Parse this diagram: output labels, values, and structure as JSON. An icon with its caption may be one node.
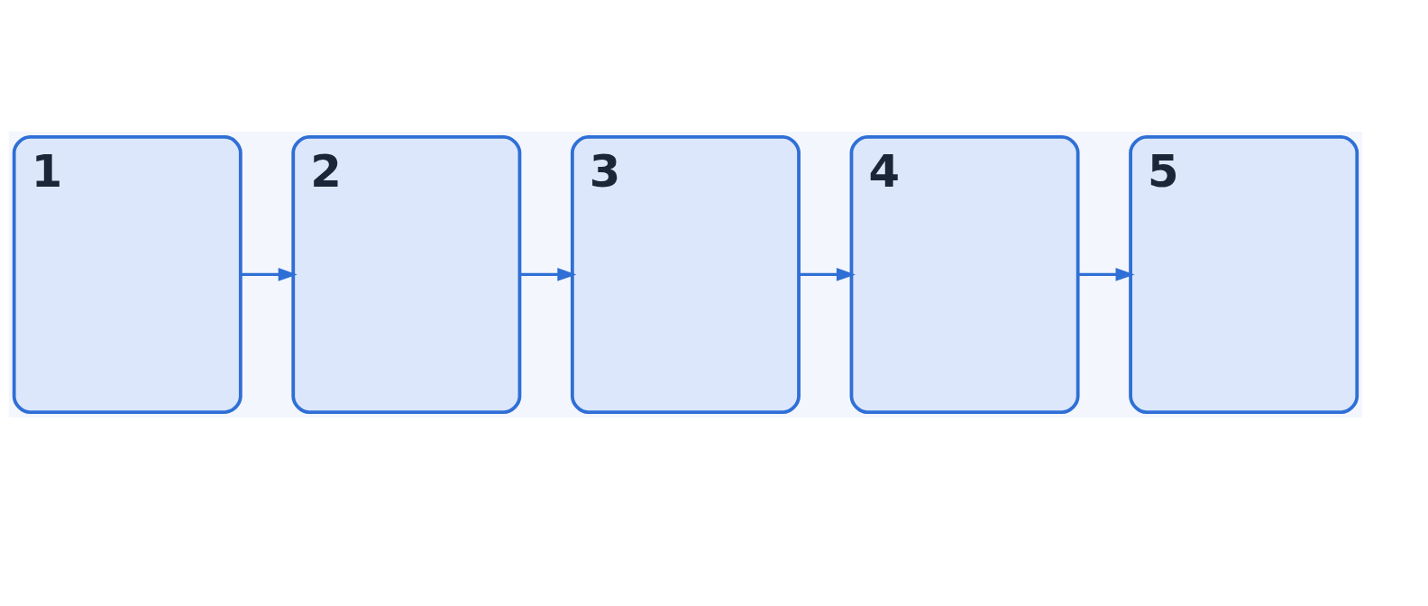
{
  "diagram": {
    "nodes": [
      {
        "text": [
          "1"
        ]
      },
      {
        "text": [
          "2"
        ]
      },
      {
        "text": [
          "3"
        ]
      },
      {
        "text": [
          "4"
        ]
      },
      {
        "text": [
          "5"
        ]
      }
    ],
    "edges": [
      {
        "from": 0,
        "to": 1,
        "arrow": "to"
      },
      {
        "from": 1,
        "to": 2,
        "arrow": "to"
      },
      {
        "from": 2,
        "to": 3,
        "arrow": "to"
      },
      {
        "from": 3,
        "to": 4,
        "arrow": "to"
      }
    ]
  }
}
